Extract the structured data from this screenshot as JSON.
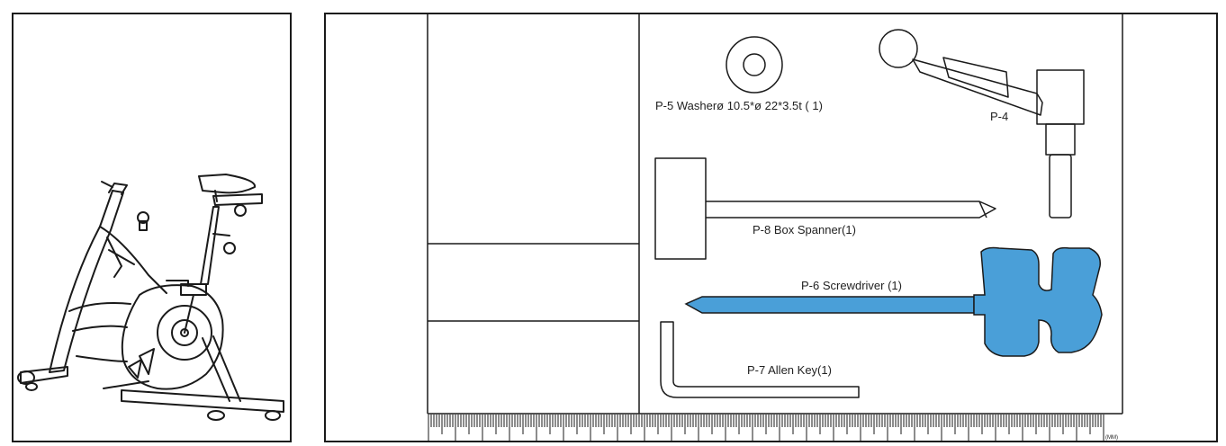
{
  "parts": [
    {
      "id": "washer",
      "label": "P-5 Washerø 10.5*ø 22*3.5t  ( 1)"
    },
    {
      "id": "knob",
      "label": "P-4"
    },
    {
      "id": "box-spanner",
      "label": "P-8 Box Spanner(1)"
    },
    {
      "id": "screwdriver",
      "label": "P-6 Screwdriver (1)"
    },
    {
      "id": "allen-key",
      "label": "P-7 Allen Key(1)"
    }
  ],
  "ruler": {
    "unit": "(MM)"
  },
  "colors": {
    "accent_blue": "#4a9fd8",
    "outline": "#1a1a1a"
  },
  "icons": [
    "exercise-bike-icon",
    "washer-icon",
    "knob-icon",
    "box-spanner-icon",
    "screwdriver-icon",
    "allen-key-icon"
  ]
}
